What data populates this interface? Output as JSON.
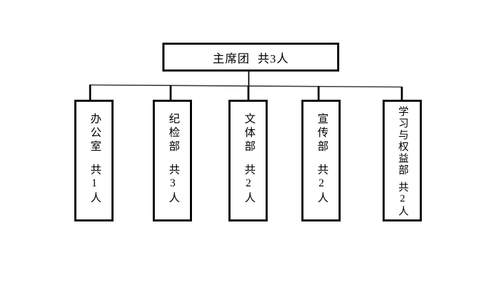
{
  "org": {
    "root": {
      "label": "主席团 共3人"
    },
    "departments": [
      {
        "name": "办公室",
        "count": "共1人"
      },
      {
        "name": "纪检部",
        "count": "共3人"
      },
      {
        "name": "文体部",
        "count": "共2人"
      },
      {
        "name": "宣传部",
        "count": "共2人"
      },
      {
        "name": "学习与权益部",
        "count": "共2人"
      }
    ],
    "colors": {
      "background": "#ffffff",
      "box_border": "#000000",
      "text": "#000000",
      "bus_line": "#3a3a3a"
    }
  }
}
